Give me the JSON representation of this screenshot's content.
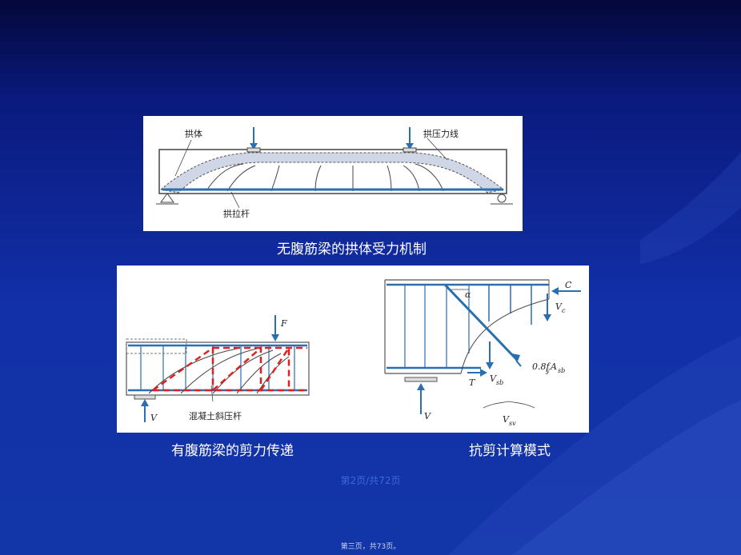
{
  "figure1": {
    "caption": "无腹筋梁的拱体受力机制",
    "labels": {
      "arch": "拱体",
      "thrust_line": "拱压力线",
      "tie": "拱拉杆"
    }
  },
  "figure2": {
    "caption_left": "有腹筋梁的剪力传递",
    "caption_right": "抗剪计算模式",
    "labels": {
      "F": "F",
      "V_left": "V",
      "strut": "混凝土斜压杆",
      "C": "C",
      "Vc": "V",
      "Vc_sub": "c",
      "alpha": "α",
      "T": "T",
      "Vsb": "V",
      "Vsb_sub": "sb",
      "force": "0.8f",
      "force_sub1": "y",
      "force_A": "A",
      "force_sub2": "sb",
      "V_right": "V",
      "Vsv": "V",
      "Vsv_sub": "sv"
    }
  },
  "page_number": "第2页/共72页",
  "footer": "第三页，共73页。"
}
